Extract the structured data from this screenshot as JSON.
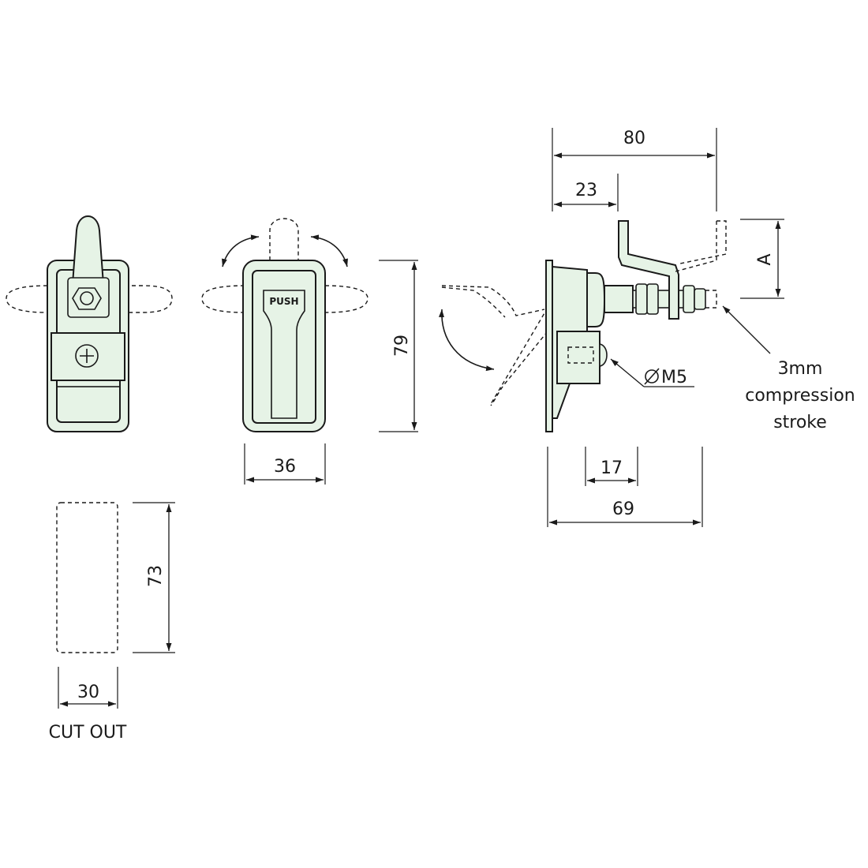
{
  "dimensions": {
    "overall_depth": "80",
    "plate_to_bracket": "23",
    "height": "79",
    "width": "36",
    "base_depth": "69",
    "boss_width": "17",
    "cutout_height": "73",
    "cutout_width": "30",
    "bracket_adjust": "A"
  },
  "labels": {
    "push": "PUSH",
    "thread": "M5",
    "compression_line1": "3mm",
    "compression_line2": "compression",
    "compression_line3": "stroke",
    "cutout": "CUT OUT"
  },
  "colors": {
    "part_fill": "#e6f3e6",
    "line": "#1a1a1a"
  }
}
